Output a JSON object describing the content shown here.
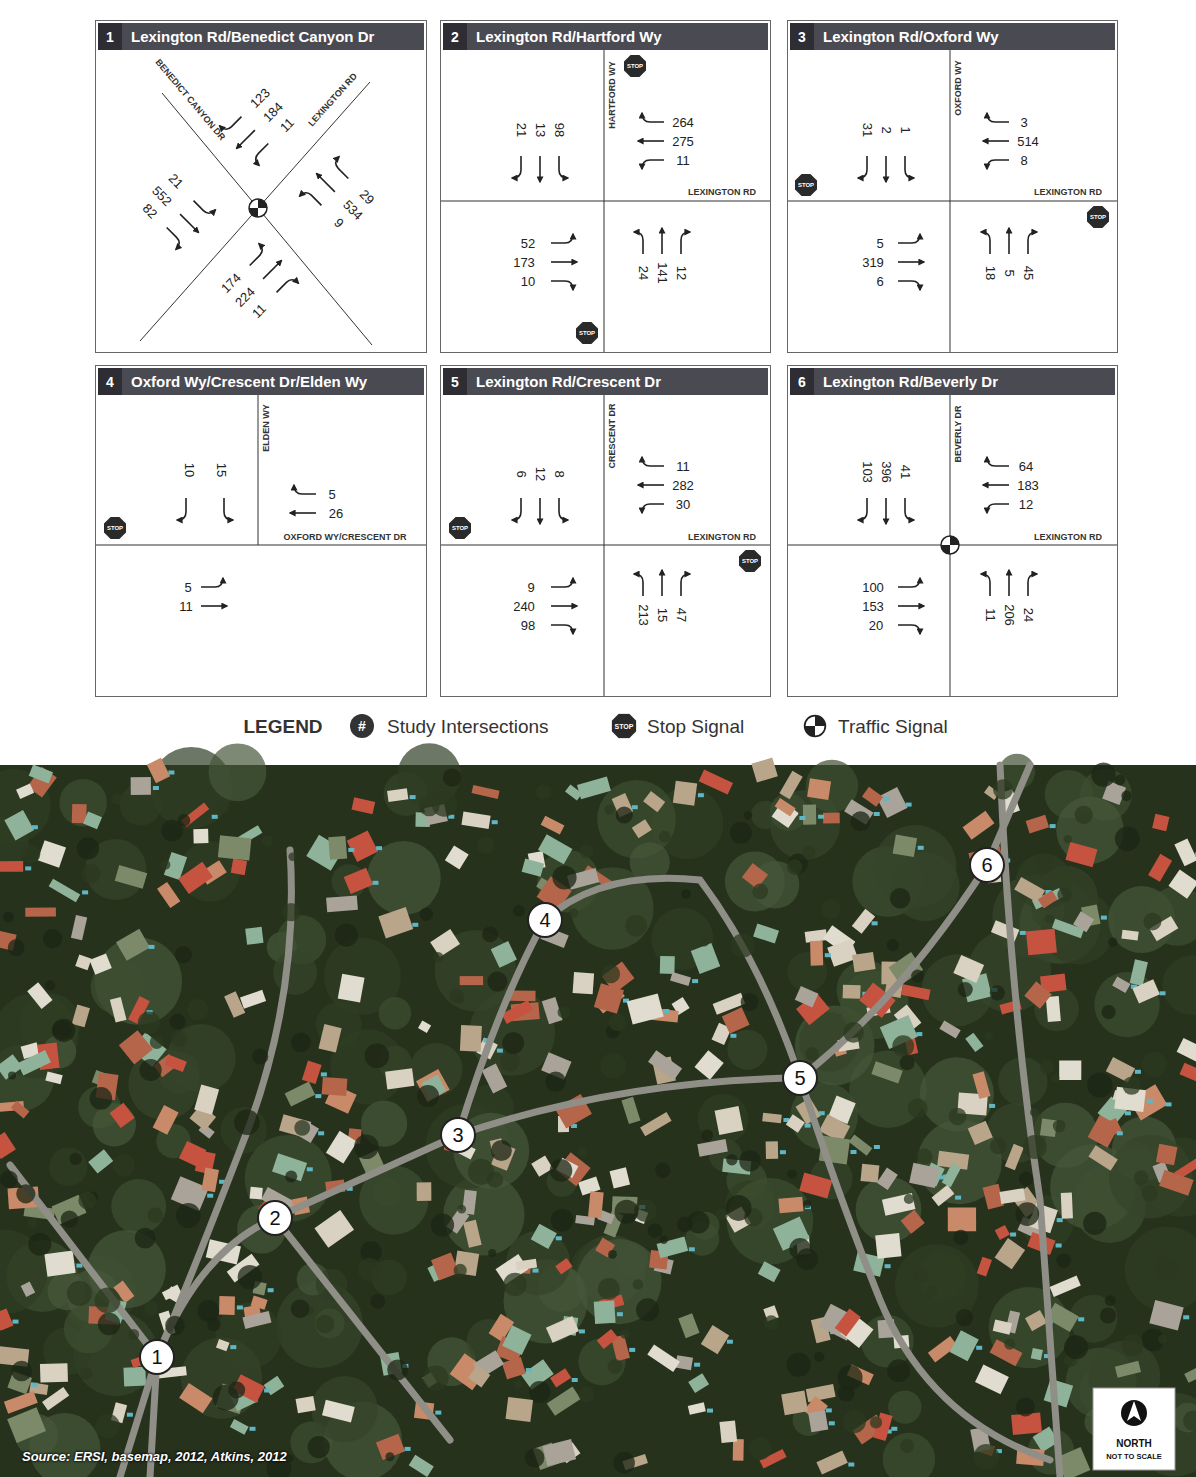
{
  "diagram": {
    "nodes": [
      {
        "text": [
          "1",
          "Lexington Rd/Benedict Canyon Dr"
        ]
      },
      {
        "text": [
          "2",
          "Lexington Rd/Hartford Wy"
        ]
      },
      {
        "text": [
          "3",
          "Lexington Rd/Oxford Wy"
        ]
      },
      {
        "text": [
          "4",
          "Oxford Wy/Crescent Dr/Elden Wy"
        ]
      },
      {
        "text": [
          "5",
          "Lexington Rd/Crescent Dr"
        ]
      },
      {
        "text": [
          "6",
          "Lexington Rd/Beverly Dr"
        ]
      },
      {
        "text": [
          "1"
        ]
      },
      {
        "text": [
          "2"
        ]
      },
      {
        "text": [
          "3"
        ]
      },
      {
        "text": [
          "4"
        ]
      },
      {
        "text": [
          "5"
        ]
      },
      {
        "text": [
          "6"
        ]
      }
    ],
    "labels": [
      "BENEDICT CANYON DR",
      "LEXINGTON RD",
      "123",
      "184",
      "11",
      "21",
      "552",
      "82",
      "174",
      "224",
      "11",
      "29",
      "534",
      "9",
      "HARTFORD WY",
      "STOP",
      "LEXINGTON RD",
      "STOP",
      "21",
      "13",
      "98",
      "264",
      "275",
      "11",
      "52",
      "173",
      "10",
      "24",
      "141",
      "12",
      "OXFORD WY",
      "STOP",
      "LEXINGTON RD",
      "STOP",
      "31",
      "2",
      "1",
      "3",
      "514",
      "8",
      "5",
      "319",
      "6",
      "18",
      "5",
      "45",
      "ELDEN WY",
      "STOP",
      "OXFORD WY/CRESCENT DR",
      "10",
      "15",
      "5",
      "26",
      "5",
      "11",
      "CRESCENT DR",
      "STOP",
      "LEXINGTON RD",
      "STOP",
      "6",
      "12",
      "8",
      "11",
      "282",
      "30",
      "9",
      "240",
      "98",
      "213",
      "15",
      "47",
      "BEVERLY DR",
      "LEXINGTON RD",
      "103",
      "396",
      "41",
      "64",
      "183",
      "12",
      "100",
      "153",
      "20",
      "11",
      "206",
      "24",
      "LEGEND",
      "#",
      "STOP",
      "Source: ERSI, basemap, 2012, Atkins, 2012",
      "NORTH",
      "NOT TO SCALE"
    ],
    "legend": [
      {
        "text": "Study Intersections"
      },
      {
        "text": "Stop Signal"
      },
      {
        "text": "Traffic Signal"
      }
    ]
  }
}
